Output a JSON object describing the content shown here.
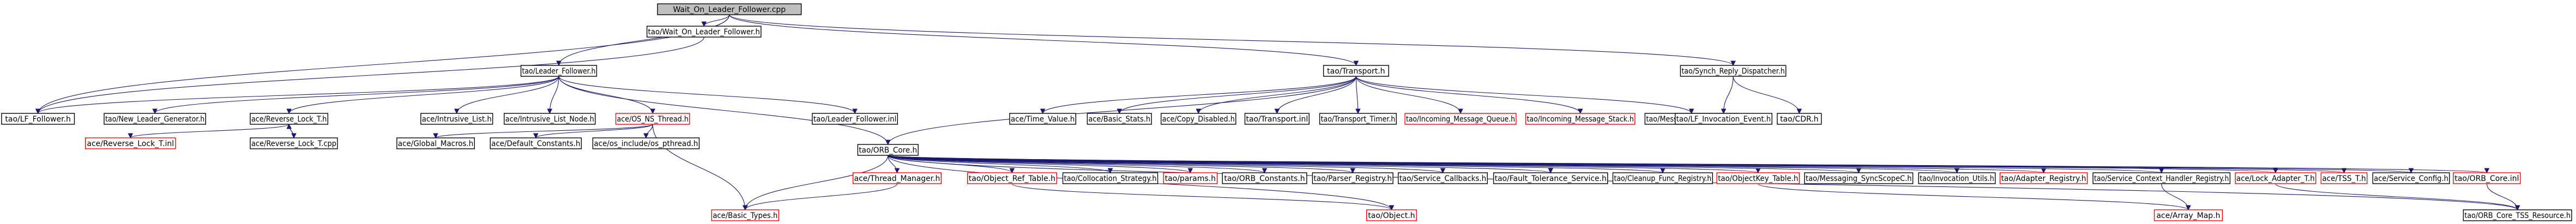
{
  "graph": {
    "nodes": [
      {
        "id": "root",
        "label": "Wait_On_Leader_Follower.cpp",
        "kind": "root"
      },
      {
        "id": "wolfh",
        "label": "tao/Wait_On_Leader_Follower.h",
        "kind": "normal"
      },
      {
        "id": "lfh",
        "label": "tao/Leader_Follower.h",
        "kind": "normal"
      },
      {
        "id": "transporth",
        "label": "tao/Transport.h",
        "kind": "normal"
      },
      {
        "id": "srdh",
        "label": "tao/Synch_Reply_Dispatcher.h",
        "kind": "normal"
      },
      {
        "id": "lffollowerh",
        "label": "tao/LF_Follower.h",
        "kind": "normal"
      },
      {
        "id": "newleaderh",
        "label": "tao/New_Leader_Generator.h",
        "kind": "normal"
      },
      {
        "id": "revlockh",
        "label": "ace/Reverse_Lock_T.h",
        "kind": "normal"
      },
      {
        "id": "intrlisth",
        "label": "ace/Intrusive_List.h",
        "kind": "normal"
      },
      {
        "id": "intrlistnodeh",
        "label": "ace/Intrusive_List_Node.h",
        "kind": "normal"
      },
      {
        "id": "osnsthreadh",
        "label": "ace/OS_NS_Thread.h",
        "kind": "missing"
      },
      {
        "id": "lfinl",
        "label": "tao/Leader_Follower.inl",
        "kind": "normal"
      },
      {
        "id": "timevalue",
        "label": "ace/Time_Value.h",
        "kind": "normal"
      },
      {
        "id": "basicstats",
        "label": "ace/Basic_Stats.h",
        "kind": "normal"
      },
      {
        "id": "copydisabled",
        "label": "ace/Copy_Disabled.h",
        "kind": "normal"
      },
      {
        "id": "transportinl",
        "label": "tao/Transport.inl",
        "kind": "normal"
      },
      {
        "id": "transporttimer",
        "label": "tao/Transport_Timer.h",
        "kind": "normal"
      },
      {
        "id": "incmsgqueue",
        "label": "tao/Incoming_Message_Queue.h",
        "kind": "missing"
      },
      {
        "id": "incmsgstack",
        "label": "tao/Incoming_Message_Stack.h",
        "kind": "missing"
      },
      {
        "id": "msgsemantics",
        "label": "tao/Message_Semantics.h",
        "kind": "normal"
      },
      {
        "id": "lfinvevent",
        "label": "tao/LF_Invocation_Event.h",
        "kind": "normal"
      },
      {
        "id": "cdrh",
        "label": "tao/CDR.h",
        "kind": "normal"
      },
      {
        "id": "revlockinl",
        "label": "ace/Reverse_Lock_T.inl",
        "kind": "missing"
      },
      {
        "id": "revlockcpp",
        "label": "ace/Reverse_Lock_T.cpp",
        "kind": "normal"
      },
      {
        "id": "globalmacros",
        "label": "ace/Global_Macros.h",
        "kind": "normal"
      },
      {
        "id": "defconst",
        "label": "ace/Default_Constants.h",
        "kind": "normal"
      },
      {
        "id": "pthread",
        "label": "ace/os_include/os_pthread.h",
        "kind": "normal"
      },
      {
        "id": "orbcore",
        "label": "tao/ORB_Core.h",
        "kind": "normal"
      },
      {
        "id": "threadmgr",
        "label": "ace/Thread_Manager.h",
        "kind": "missing"
      },
      {
        "id": "objreftable",
        "label": "tao/Object_Ref_Table.h",
        "kind": "missing"
      },
      {
        "id": "collocstrat",
        "label": "tao/Collocation_Strategy.h",
        "kind": "normal"
      },
      {
        "id": "params",
        "label": "tao/params.h",
        "kind": "missing"
      },
      {
        "id": "orbconst",
        "label": "tao/ORB_Constants.h",
        "kind": "normal"
      },
      {
        "id": "parserreg",
        "label": "tao/Parser_Registry.h",
        "kind": "normal"
      },
      {
        "id": "svccallbacks",
        "label": "tao/Service_Callbacks.h",
        "kind": "normal"
      },
      {
        "id": "faulttol",
        "label": "tao/Fault_Tolerance_Service.h",
        "kind": "normal"
      },
      {
        "id": "cleanupreg",
        "label": "tao/Cleanup_Func_Registry.h",
        "kind": "normal"
      },
      {
        "id": "objkeytable",
        "label": "tao/ObjectKey_Table.h",
        "kind": "missing"
      },
      {
        "id": "msgsyncscope",
        "label": "tao/Messaging_SyncScopeC.h",
        "kind": "normal"
      },
      {
        "id": "invutils",
        "label": "tao/Invocation_Utils.h",
        "kind": "normal"
      },
      {
        "id": "adapterreg",
        "label": "tao/Adapter_Registry.h",
        "kind": "missing"
      },
      {
        "id": "svcctxreg",
        "label": "tao/Service_Context_Handler_Registry.h",
        "kind": "normal"
      },
      {
        "id": "lockadapter",
        "label": "ace/Lock_Adapter_T.h",
        "kind": "missing"
      },
      {
        "id": "tsst",
        "label": "ace/TSS_T.h",
        "kind": "missing"
      },
      {
        "id": "svcconfig",
        "label": "ace/Service_Config.h",
        "kind": "normal"
      },
      {
        "id": "orbcoreinl",
        "label": "tao/ORB_Core.inl",
        "kind": "missing"
      },
      {
        "id": "basictypes",
        "label": "ace/Basic_Types.h",
        "kind": "missing"
      },
      {
        "id": "objecth",
        "label": "tao/Object.h",
        "kind": "missing"
      },
      {
        "id": "arraymap",
        "label": "ace/Array_Map.h",
        "kind": "missing"
      },
      {
        "id": "orbcoretss",
        "label": "tao/ORB_Core_TSS_Resource.h",
        "kind": "normal"
      }
    ],
    "edges": [
      [
        "root",
        "wolfh"
      ],
      [
        "root",
        "lfh"
      ],
      [
        "root",
        "transporth"
      ],
      [
        "root",
        "srdh"
      ],
      [
        "root",
        "lffollowerh"
      ],
      [
        "wolfh",
        "lffollowerh"
      ],
      [
        "lfh",
        "lffollowerh"
      ],
      [
        "lfh",
        "newleaderh"
      ],
      [
        "lfh",
        "revlockh"
      ],
      [
        "lfh",
        "intrlisth"
      ],
      [
        "lfh",
        "intrlistnodeh"
      ],
      [
        "lfh",
        "osnsthreadh"
      ],
      [
        "lfh",
        "lfinl"
      ],
      [
        "lfh",
        "orbcore"
      ],
      [
        "transporth",
        "timevalue"
      ],
      [
        "transporth",
        "basicstats"
      ],
      [
        "transporth",
        "copydisabled"
      ],
      [
        "transporth",
        "transportinl"
      ],
      [
        "transporth",
        "transporttimer"
      ],
      [
        "transporth",
        "incmsgqueue"
      ],
      [
        "transporth",
        "incmsgstack"
      ],
      [
        "transporth",
        "msgsemantics"
      ],
      [
        "transporth",
        "orbcore"
      ],
      [
        "srdh",
        "lfinvevent"
      ],
      [
        "srdh",
        "cdrh"
      ],
      [
        "revlockh",
        "revlockinl"
      ],
      [
        "revlockh",
        "revlockcpp"
      ],
      [
        "revlockcpp",
        "revlockh"
      ],
      [
        "osnsthreadh",
        "globalmacros"
      ],
      [
        "osnsthreadh",
        "defconst"
      ],
      [
        "osnsthreadh",
        "pthread"
      ],
      [
        "osnsthreadh",
        "basictypes"
      ],
      [
        "orbcore",
        "threadmgr"
      ],
      [
        "orbcore",
        "objreftable"
      ],
      [
        "orbcore",
        "collocstrat"
      ],
      [
        "orbcore",
        "params"
      ],
      [
        "orbcore",
        "orbconst"
      ],
      [
        "orbcore",
        "parserreg"
      ],
      [
        "orbcore",
        "svccallbacks"
      ],
      [
        "orbcore",
        "faulttol"
      ],
      [
        "orbcore",
        "cleanupreg"
      ],
      [
        "orbcore",
        "objkeytable"
      ],
      [
        "orbcore",
        "msgsyncscope"
      ],
      [
        "orbcore",
        "invutils"
      ],
      [
        "orbcore",
        "adapterreg"
      ],
      [
        "orbcore",
        "svcctxreg"
      ],
      [
        "orbcore",
        "lockadapter"
      ],
      [
        "orbcore",
        "tsst"
      ],
      [
        "orbcore",
        "svcconfig"
      ],
      [
        "orbcore",
        "orbcoreinl"
      ],
      [
        "orbcore",
        "orbcoretss"
      ],
      [
        "orbcore",
        "basictypes"
      ],
      [
        "orbcore",
        "objecth"
      ],
      [
        "threadmgr",
        "basictypes"
      ],
      [
        "objreftable",
        "objecth"
      ],
      [
        "svcctxreg",
        "arraymap"
      ],
      [
        "objkeytable",
        "arraymap"
      ],
      [
        "lockadapter",
        "orbcoretss"
      ],
      [
        "orbcoreinl",
        "orbcoretss"
      ]
    ]
  }
}
